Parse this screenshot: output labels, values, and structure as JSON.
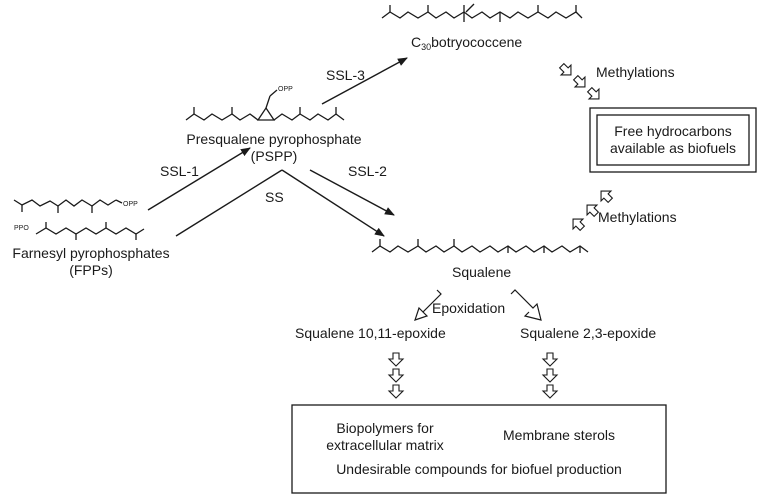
{
  "nodes": {
    "fpp": {
      "line1": "Farnesyl pyrophosphates",
      "line2": "(FPPs)",
      "opp_top": "OPP",
      "ppo_bottom": "PPO"
    },
    "pspp": {
      "line1": "Presqualene pyrophosphate",
      "line2": "(PSPP)",
      "opp": "OPP"
    },
    "botryococcene": {
      "prefix": "C",
      "subscript": "30",
      "suffix": "botryococcene"
    },
    "squalene": {
      "label": "Squalene"
    },
    "epoxide_10_11": {
      "label": "Squalene 10,11-epoxide"
    },
    "epoxide_2_3": {
      "label": "Squalene 2,3-epoxide"
    }
  },
  "enzymes": {
    "ssl1": "SSL-1",
    "ssl2": "SSL-2",
    "ssl3": "SSL-3",
    "ss": "SS"
  },
  "processes": {
    "methylations_top": "Methylations",
    "methylations_mid": "Methylations",
    "epoxidation": "Epoxidation"
  },
  "boxes": {
    "biofuels": {
      "line1": "Free hydrocarbons",
      "line2": "available as biofuels"
    },
    "undesirable": {
      "biopolymers_line1": "Biopolymers for",
      "biopolymers_line2": "extracellular matrix",
      "sterols": "Membrane sterols",
      "footer": "Undesirable compounds for biofuel production"
    }
  },
  "colors": {
    "stroke": "#1a1a1a",
    "background": "#ffffff"
  }
}
